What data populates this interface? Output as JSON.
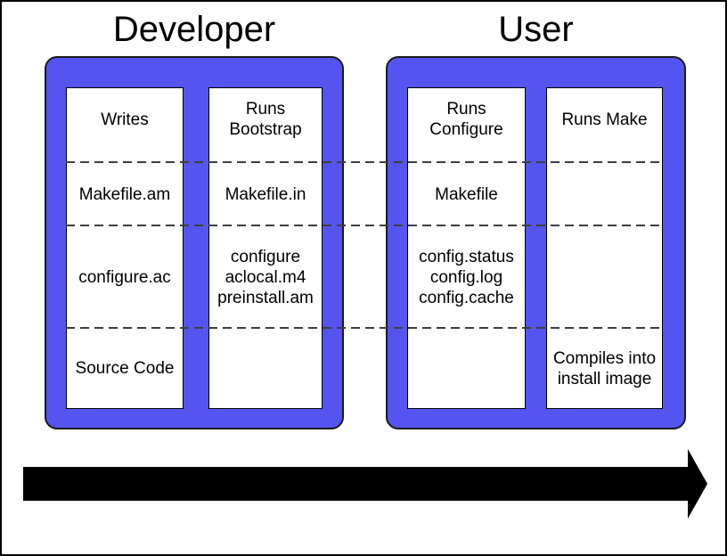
{
  "diagram": {
    "colors": {
      "panel": "#5455F0",
      "dash": "#3d3d3d",
      "arrow": "#000000"
    },
    "sections": [
      {
        "title": "Developer",
        "columns": [
          {
            "name": "developer-writes",
            "rows": [
              "Writes",
              "Makefile.am",
              "configure.ac",
              "Source Code"
            ]
          },
          {
            "name": "developer-runs-bootstrap",
            "rows": [
              "Runs\nBootstrap",
              "Makefile.in",
              "configure\naclocal.m4\npreinstall.am",
              ""
            ]
          }
        ]
      },
      {
        "title": "User",
        "columns": [
          {
            "name": "user-runs-configure",
            "rows": [
              "Runs\nConfigure",
              "Makefile",
              "config.status\nconfig.log\nconfig.cache",
              ""
            ]
          },
          {
            "name": "user-runs-make",
            "rows": [
              "Runs Make",
              "",
              "",
              "Compiles into\ninstall image"
            ]
          }
        ]
      }
    ]
  }
}
